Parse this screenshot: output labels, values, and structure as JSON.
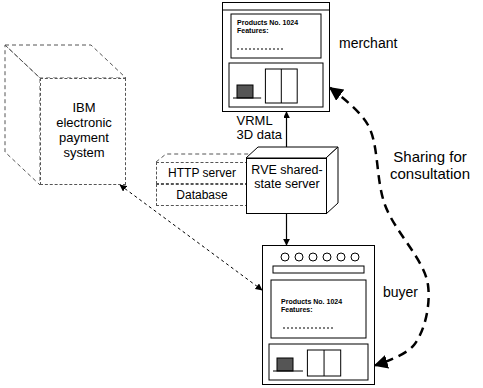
{
  "diagram": {
    "nodes": [
      {
        "text": [
          "IBM electronic payment system"
        ]
      },
      {
        "text": [
          "Products No. 1024 Features:",
          "merchant"
        ]
      },
      {
        "text": [
          "HTTP server"
        ]
      },
      {
        "text": [
          "Database"
        ]
      },
      {
        "text": [
          "RVE shared-state server"
        ]
      },
      {
        "text": [
          "Products No. 1024 Features:",
          "buyer"
        ]
      }
    ],
    "edges": [
      {
        "from": 4,
        "to": 1,
        "arrow": "to",
        "label": "VRML 3D data"
      },
      {
        "from": 4,
        "to": 5,
        "arrow": "to"
      },
      {
        "from": 0,
        "to": 5,
        "arrow": "both"
      },
      {
        "from": 1,
        "to": 5,
        "arrow": "both",
        "label": "Sharing for consultation"
      }
    ]
  }
}
